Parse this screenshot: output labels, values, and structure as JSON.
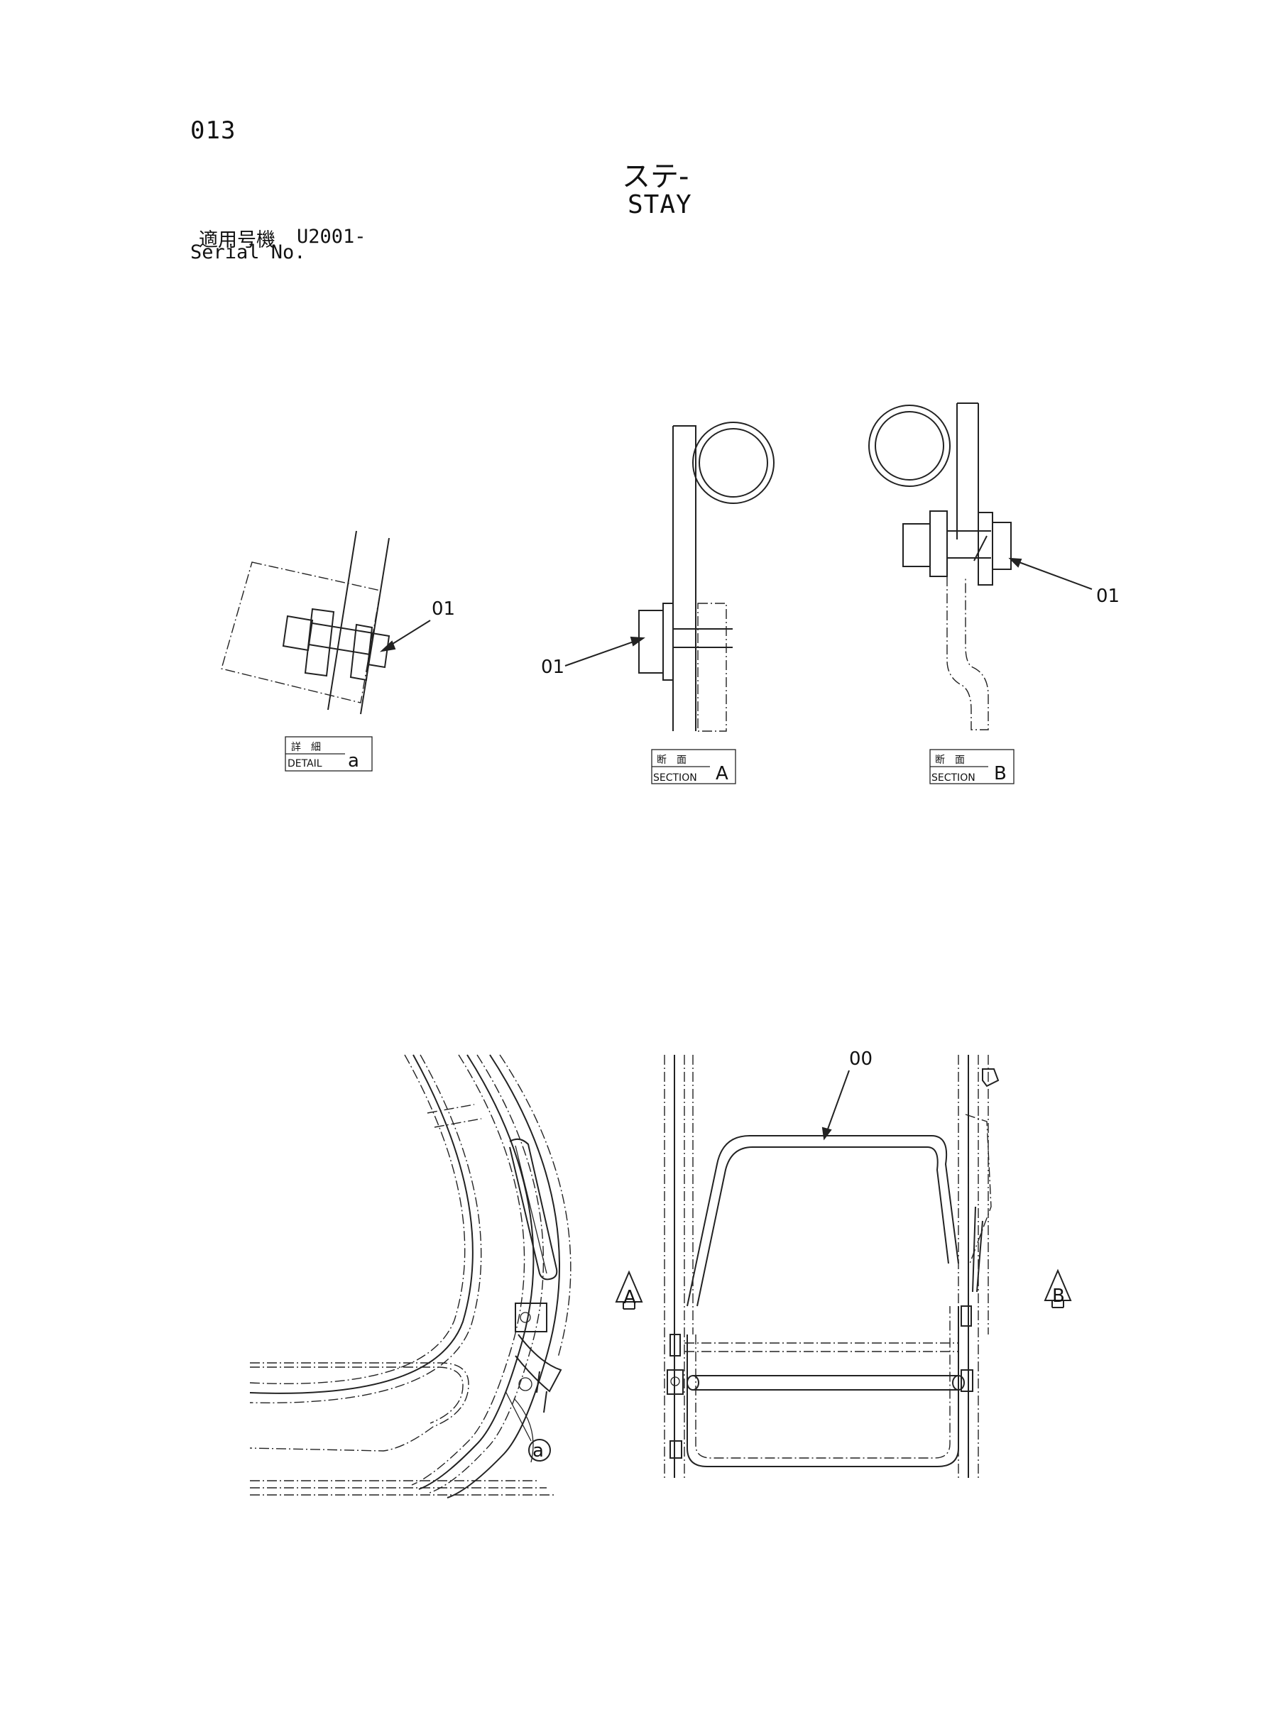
{
  "page": {
    "number": "013",
    "title_jp": "ステ-",
    "title_en": "STAY"
  },
  "serial": {
    "label_jp": "適用号機",
    "value": "U2001-",
    "label_en": "Serial No."
  },
  "callouts": {
    "part_01": "01",
    "part_00": "00",
    "detail_marker": "a"
  },
  "views": {
    "detail_a": {
      "label_jp": "詳　細",
      "label_en": "DETAIL",
      "letter": "a"
    },
    "section_a": {
      "label_jp": "断　面",
      "label_en": "SECTION",
      "letter": "A"
    },
    "section_b": {
      "label_jp": "断　面",
      "label_en": "SECTION",
      "letter": "B"
    }
  },
  "section_markers": {
    "a": "A",
    "b": "B"
  }
}
